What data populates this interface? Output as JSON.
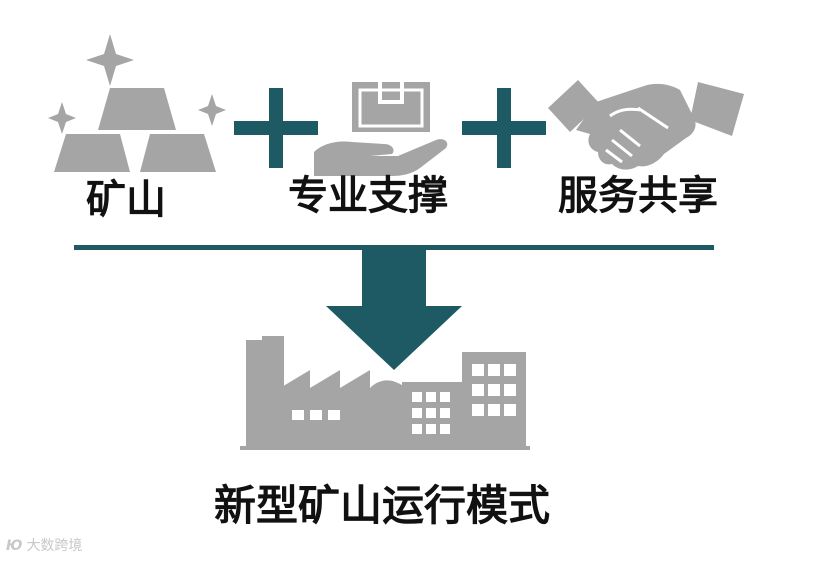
{
  "items": {
    "mine": {
      "label": "矿山",
      "icon": "gold-bars-icon"
    },
    "support": {
      "label": "专业支撑",
      "icon": "hand-holding-box-icon"
    },
    "share": {
      "label": "服务共享",
      "icon": "handshake-icon"
    }
  },
  "operators": {
    "plus": "+"
  },
  "result": {
    "label": "新型矿山运行模式",
    "icon": "factory-icon"
  },
  "watermark": {
    "logo": "Ю",
    "text": "大数跨境"
  },
  "colors": {
    "accent": "#1e5a63",
    "icon_gray": "#a5a5a5",
    "text": "#111111"
  }
}
